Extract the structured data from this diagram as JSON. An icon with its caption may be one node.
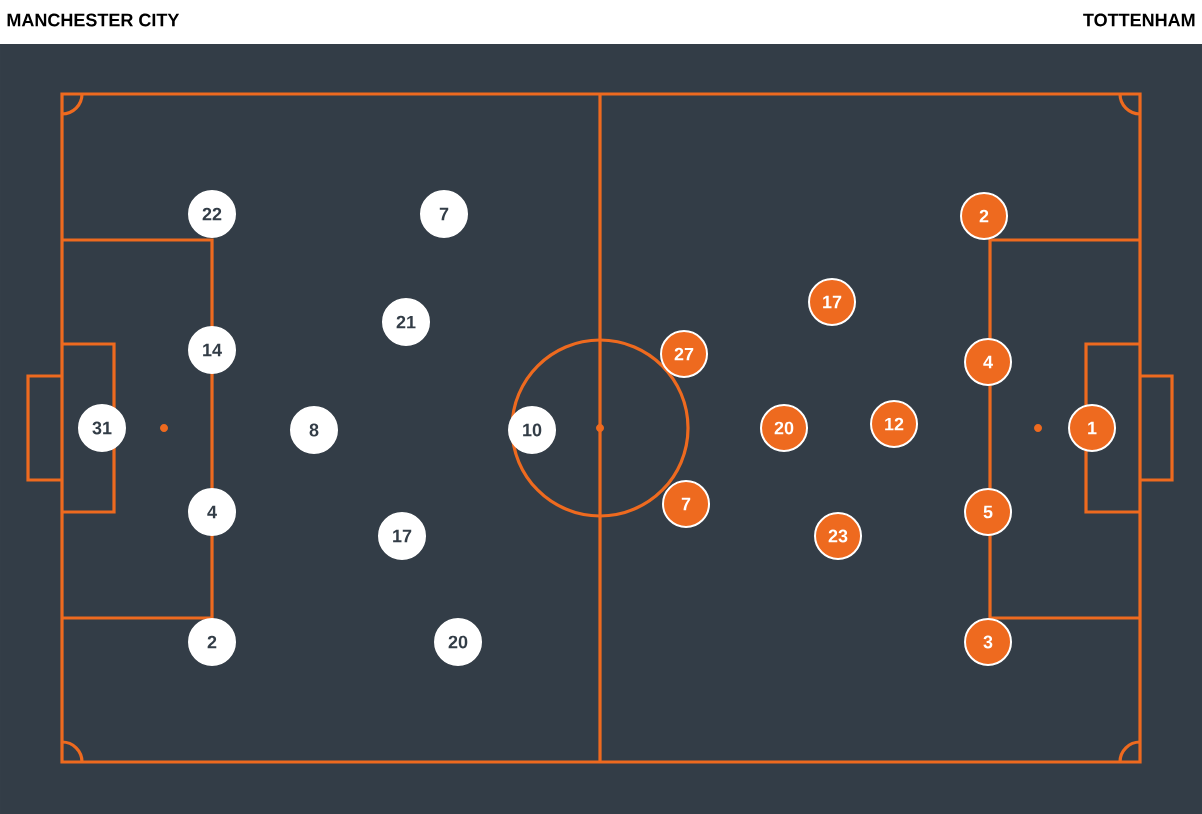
{
  "diagram": {
    "nodes": [
      {
        "text": [
          "22"
        ]
      },
      {
        "text": [
          "7"
        ]
      },
      {
        "text": [
          "21"
        ]
      },
      {
        "text": [
          "14"
        ]
      },
      {
        "text": [
          "31"
        ]
      },
      {
        "text": [
          "8"
        ]
      },
      {
        "text": [
          "10"
        ]
      },
      {
        "text": [
          "4"
        ]
      },
      {
        "text": [
          "17"
        ]
      },
      {
        "text": [
          "2"
        ]
      },
      {
        "text": [
          "20"
        ]
      },
      {
        "text": [
          "2"
        ]
      },
      {
        "text": [
          "17"
        ]
      },
      {
        "text": [
          "27"
        ]
      },
      {
        "text": [
          "4"
        ]
      },
      {
        "text": [
          "20"
        ]
      },
      {
        "text": [
          "12"
        ]
      },
      {
        "text": [
          "1"
        ]
      },
      {
        "text": [
          "7"
        ]
      },
      {
        "text": [
          "5"
        ]
      },
      {
        "text": [
          "23"
        ]
      },
      {
        "text": [
          "3"
        ]
      }
    ],
    "labels": [
      "MANCHESTER CITY",
      "TOTTENHAM"
    ]
  }
}
